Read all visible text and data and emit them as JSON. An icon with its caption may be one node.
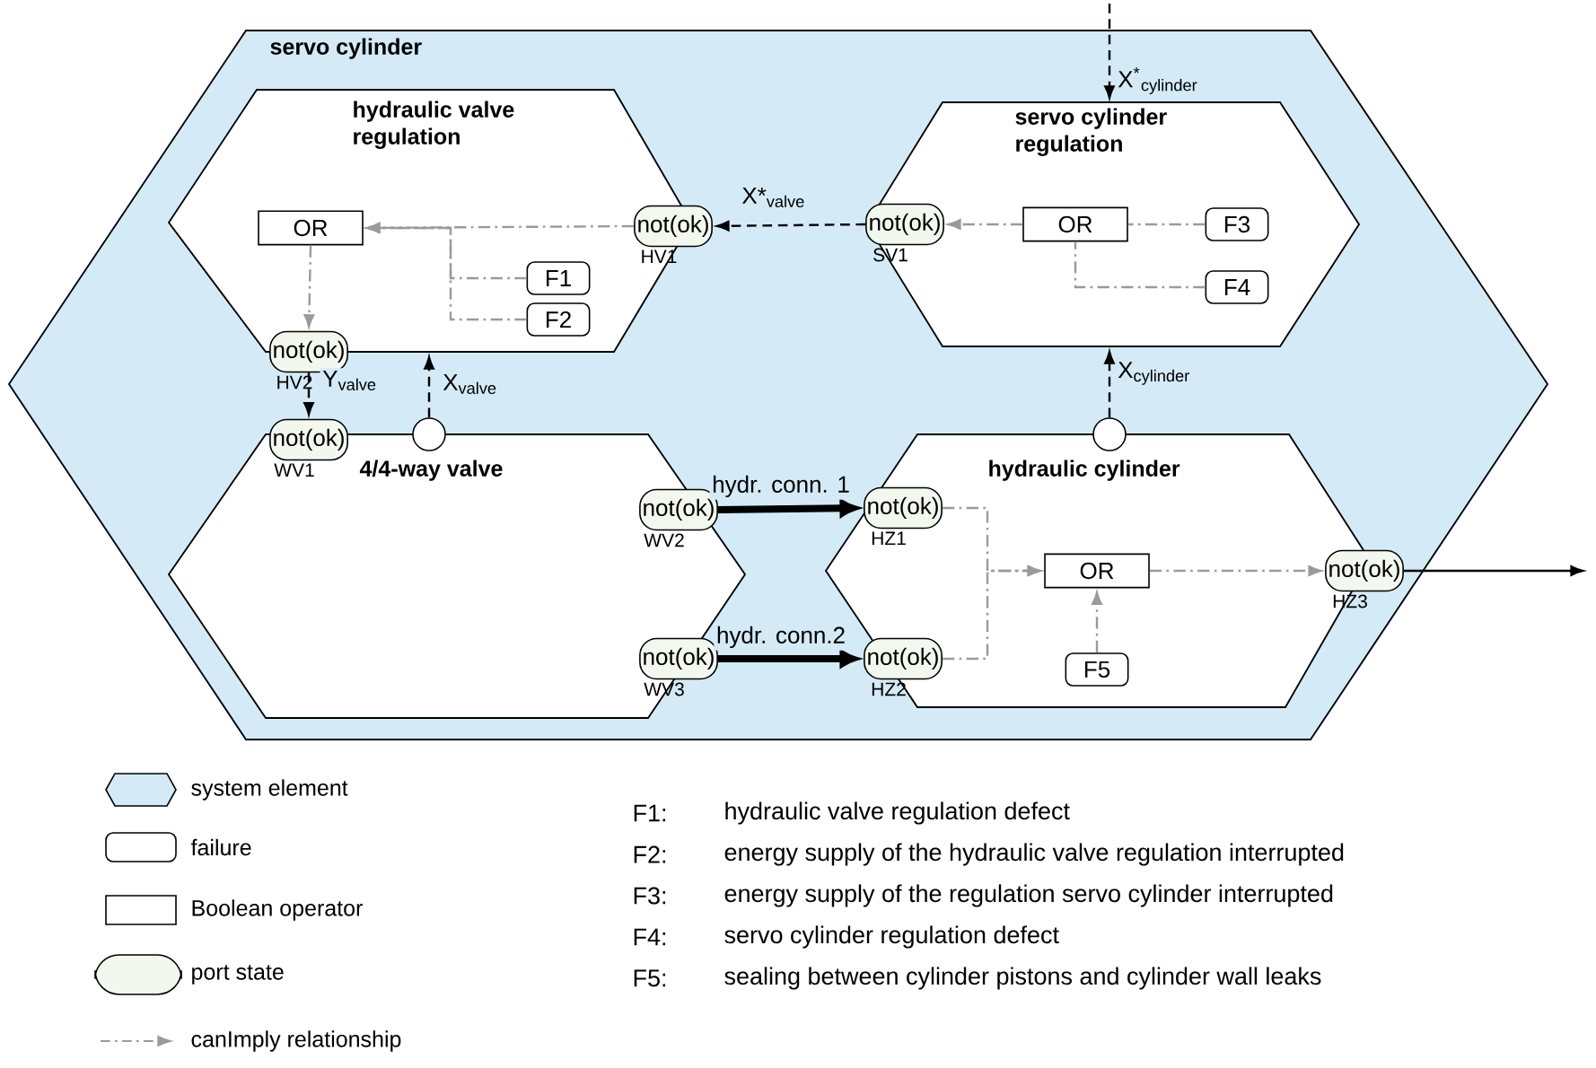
{
  "diagram": {
    "nodes": [
      {
        "text": [
          "servo cylinder"
        ]
      },
      {
        "text": [
          "hydraulic valve regulation"
        ],
        "in": 0
      },
      {
        "text": [
          "servo cylinder regulation"
        ],
        "in": 0
      },
      {
        "text": [
          "OR"
        ],
        "in": 1
      },
      {
        "text": [
          "not(ok)"
        ],
        "beside": [
          "HV1"
        ],
        "in": 0
      },
      {
        "text": [
          "F1"
        ],
        "in": 1
      },
      {
        "text": [
          "F2"
        ],
        "in": 1
      },
      {
        "text": [
          "not(ok)"
        ],
        "beside": [
          "HV2"
        ],
        "in": 0
      },
      {
        "text": [
          "not(ok)"
        ],
        "beside": [
          "SV1"
        ],
        "in": 2
      },
      {
        "text": [
          "OR"
        ],
        "in": 2
      },
      {
        "text": [
          "F3"
        ],
        "in": 2
      },
      {
        "text": [
          "F4"
        ],
        "in": 2
      },
      {
        "text": [
          "4/4-way valve"
        ],
        "in": 0
      },
      {
        "text": [],
        "shape": "circle",
        "in": 0
      },
      {
        "text": [
          "hydraulic cylinder"
        ],
        "in": 0
      },
      {
        "text": [],
        "shape": "circle",
        "in": 0
      },
      {
        "text": [
          "not(ok)"
        ],
        "beside": [
          "WV1"
        ],
        "in": 0
      },
      {
        "text": [
          "not(ok)"
        ],
        "beside": [
          "WV2"
        ],
        "in": 12
      },
      {
        "text": [
          "not(ok)"
        ],
        "beside": [
          "WV3"
        ],
        "in": 12
      },
      {
        "text": [
          "not(ok)"
        ],
        "beside": [
          "HZ1"
        ],
        "in": 14
      },
      {
        "text": [
          "not(ok)"
        ],
        "beside": [
          "HZ2"
        ],
        "in": 14
      },
      {
        "text": [
          "OR"
        ],
        "in": 14
      },
      {
        "text": [
          "F5"
        ],
        "in": 14
      },
      {
        "text": [
          "not(ok)"
        ],
        "beside": [
          "HZ3"
        ],
        "in": 0
      }
    ],
    "edges": [
      {
        "from": null,
        "to": 2,
        "arrow": "to",
        "label": "X$^{*}$$_{cylinder}$",
        "style": "dashed",
        "color": "#000000"
      },
      {
        "from": 8,
        "to": 4,
        "arrow": "to",
        "label": "X*$_{valve}$",
        "style": "dashed",
        "color": "#000000"
      },
      {
        "from": 4,
        "to": 3,
        "arrow": "to",
        "style": "dashed"
      },
      {
        "from": 5,
        "to": 3,
        "arrow": "to",
        "style": "dashed"
      },
      {
        "from": 6,
        "to": 3,
        "arrow": "to",
        "style": "dashed"
      },
      {
        "from": 3,
        "to": 7,
        "arrow": "to",
        "style": "dashed"
      },
      {
        "from": 7,
        "to": 16,
        "arrow": "to",
        "label": "Y$_{valve}$",
        "style": "dashed",
        "color": "#000000"
      },
      {
        "from": 13,
        "to": 1,
        "arrow": "to",
        "label": "X$_{valve}$",
        "style": "dashed",
        "color": "#000000"
      },
      {
        "from": 9,
        "to": 8,
        "arrow": "to",
        "style": "dashed"
      },
      {
        "from": 10,
        "to": 9,
        "arrow": "none",
        "style": "dashed"
      },
      {
        "from": 11,
        "to": 9,
        "arrow": "none",
        "style": "dashed"
      },
      {
        "from": 15,
        "to": 2,
        "arrow": "to",
        "label": "X$_{cylinder}$",
        "style": "dashed",
        "color": "#000000"
      },
      {
        "from": 17,
        "to": 19,
        "arrow": "to",
        "label": "hydr. conn. 1",
        "style": "thick",
        "color": "#000000"
      },
      {
        "from": 18,
        "to": 20,
        "arrow": "to",
        "label": "hydr. conn.2",
        "style": "thick",
        "color": "#000000"
      },
      {
        "from": 19,
        "to": 21,
        "arrow": "to",
        "style": "dashed"
      },
      {
        "from": 20,
        "to": 21,
        "arrow": "to",
        "style": "dashed"
      },
      {
        "from": 22,
        "to": 21,
        "arrow": "to",
        "style": "dashed"
      },
      {
        "from": 21,
        "to": 23,
        "arrow": "to",
        "style": "dashed"
      },
      {
        "from": 23,
        "to": null,
        "arrow": "to",
        "color": "#000000"
      }
    ],
    "labels": [
      "F1:",
      "hydraulic valve regulation defect",
      "F2:",
      "energy supply of the hydraulic valve regulation interrupted",
      "F3:",
      "energy supply of the regulation servo cylinder interrupted",
      "F4:",
      "servo cylinder regulation defect",
      "F5:",
      "sealing between cylinder pistons and cylinder wall leaks"
    ],
    "legend": [
      {
        "text": "system element",
        "color": "#d4eaf7"
      },
      {
        "text": "failure"
      },
      {
        "text": "Boolean operator"
      },
      {
        "text": "port state",
        "color": "#f3f8ef"
      },
      {
        "text": "canImply relationship"
      }
    ]
  }
}
